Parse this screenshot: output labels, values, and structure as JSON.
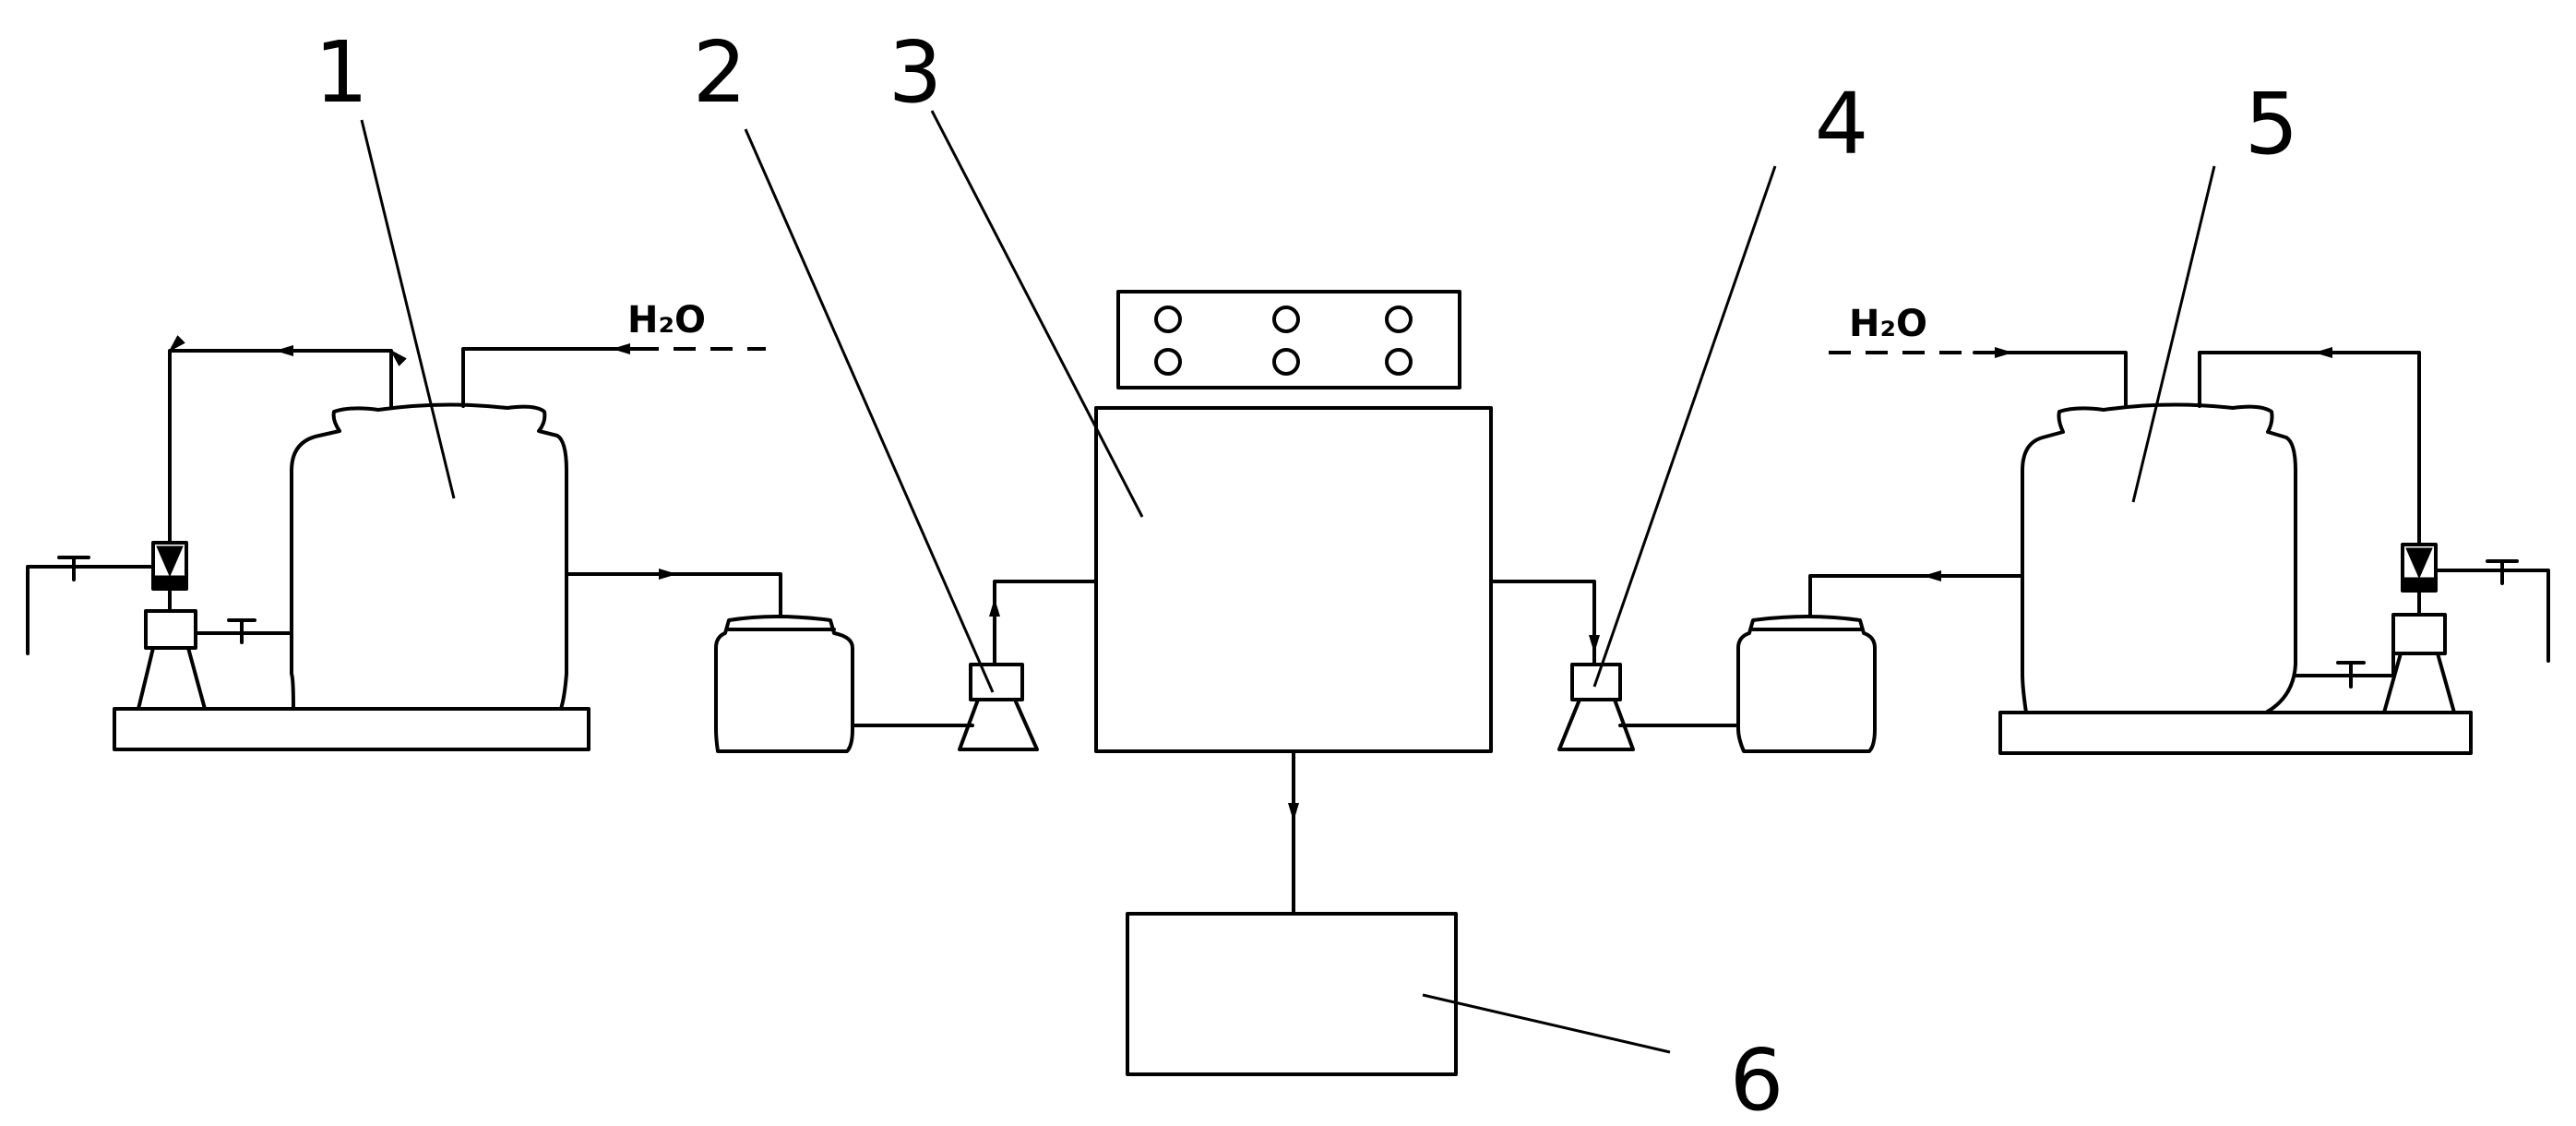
{
  "labels": {
    "l1": "1",
    "l2": "2",
    "l3": "3",
    "l4": "4",
    "l5": "5",
    "l6": "6"
  },
  "inlets": {
    "left": "H₂O",
    "right": "H₂O"
  },
  "colors": {
    "line": "#000000",
    "background": "#ffffff"
  }
}
